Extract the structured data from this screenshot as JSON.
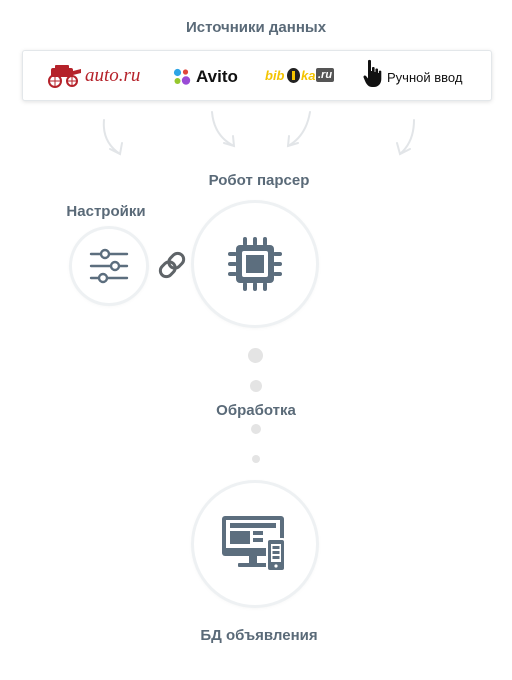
{
  "headings": {
    "sources": "Источники данных",
    "parser": "Робот парсер",
    "settings": "Настройки",
    "processing": "Обработка",
    "db": "БД объявления"
  },
  "sources": {
    "autoru": "auto.ru",
    "avito": "Avito",
    "bibika_pre": "bib",
    "bibika_mid": "ka",
    "bibika_suffix": ".ru",
    "manual": "Ручной ввод"
  },
  "colors": {
    "heading": "#5a6a78",
    "icon": "#5c6e7e",
    "autoru_red": "#b5222a",
    "bibika_yellow": "#f4c400"
  },
  "icons": [
    "sliders-icon",
    "chain-link-icon",
    "cpu-chip-icon",
    "monitor-phone-icon",
    "hand-pointer-icon"
  ]
}
